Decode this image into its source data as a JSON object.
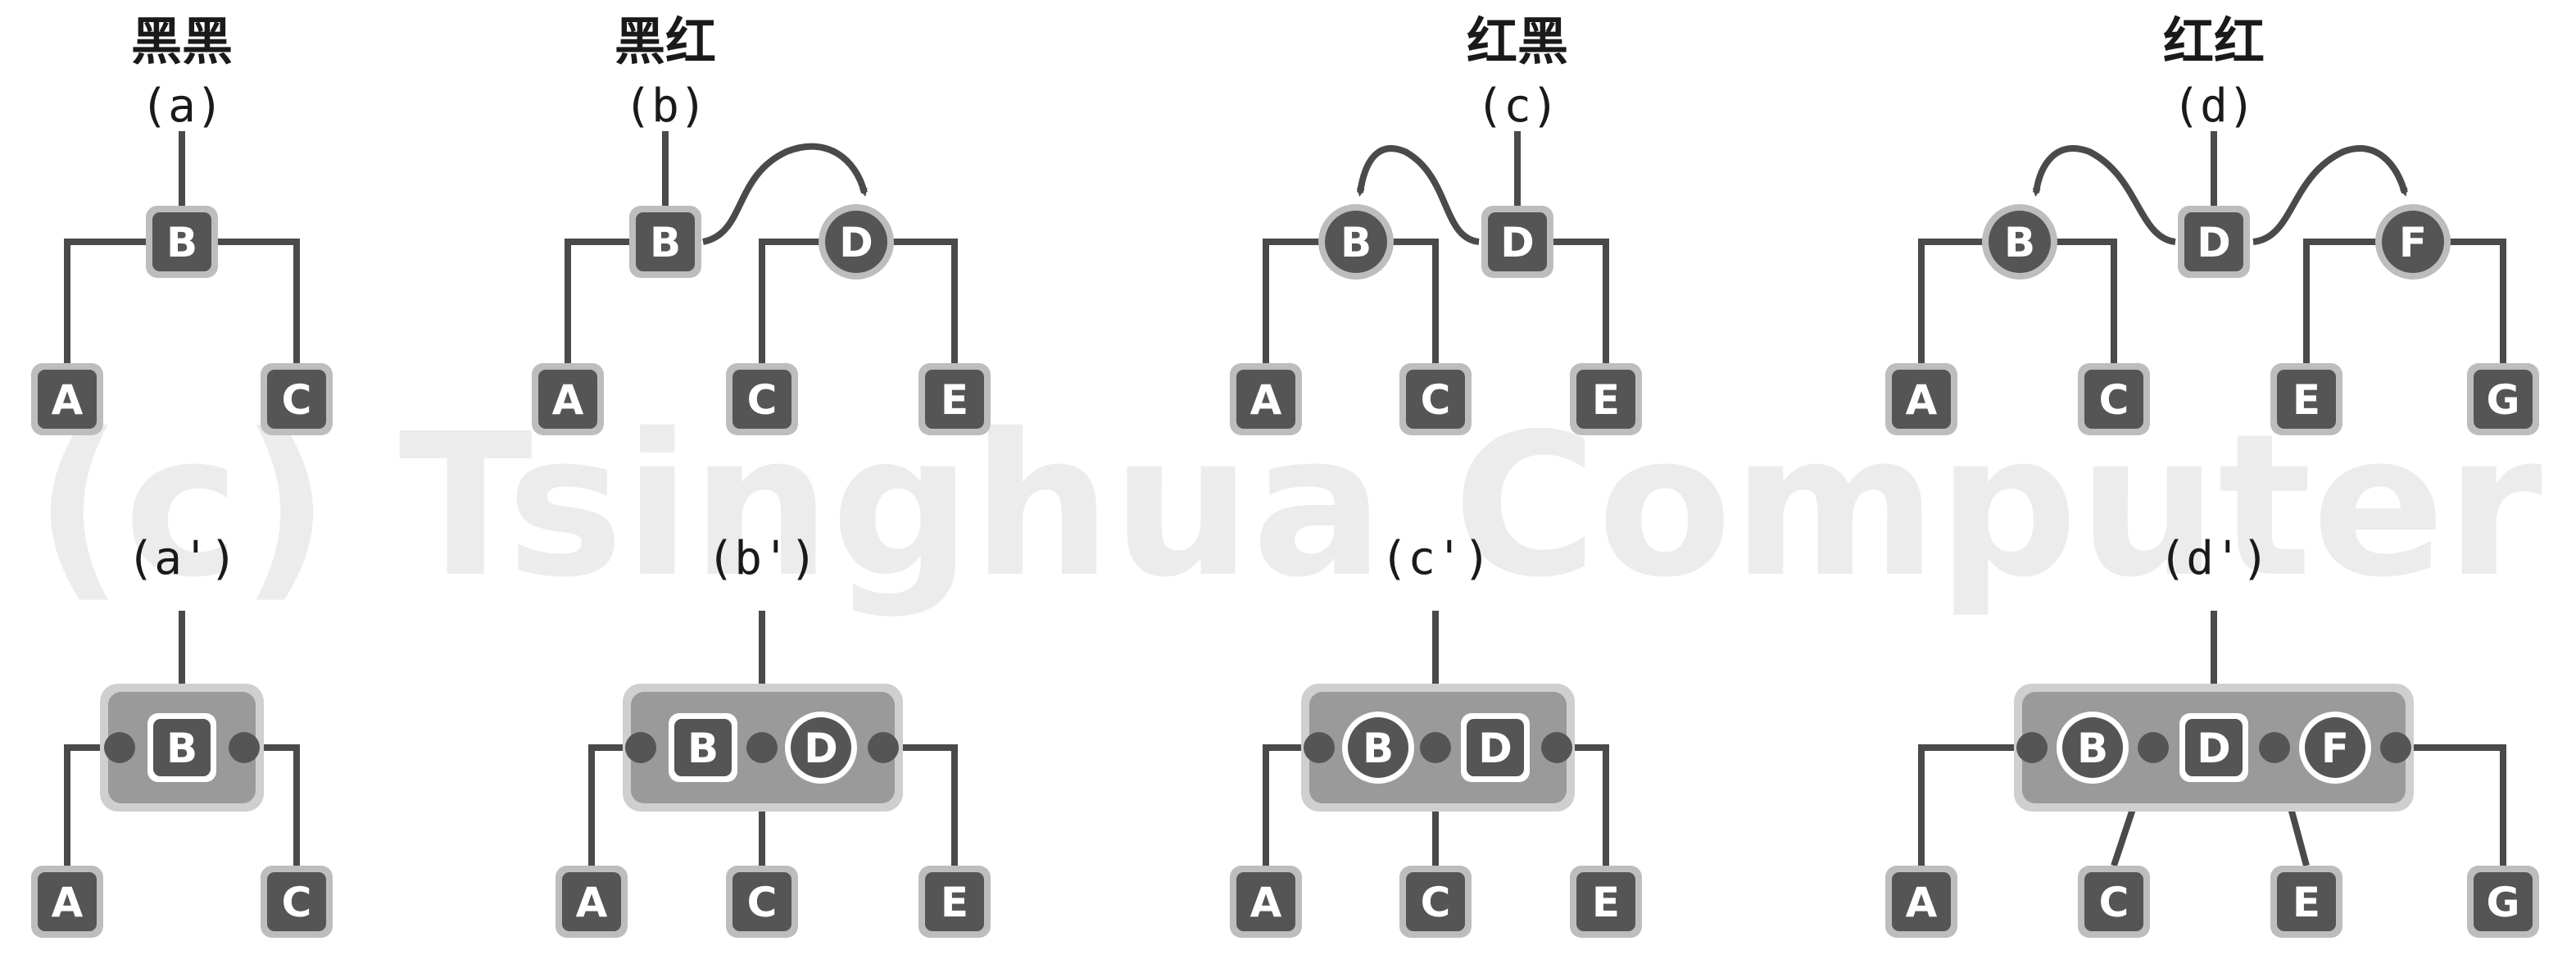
{
  "watermark": "(c) Tsinghua Computer",
  "colors": {
    "node_fill": "#555555",
    "node_ring": "#bdbdbd",
    "edge": "#4a4a4a",
    "supernode_fill": "#9a9a9a",
    "supernode_ring": "#cfcfcf",
    "text": "#1a1a1a"
  },
  "columns": [
    {
      "title": "黑黑",
      "top_label": "(a)",
      "bottom_label": "(a')",
      "leaves": [
        "A",
        "C"
      ],
      "keys": [
        {
          "k": "B",
          "red": false
        }
      ]
    },
    {
      "title": "黑红",
      "top_label": "(b)",
      "bottom_label": "(b')",
      "leaves": [
        "A",
        "C",
        "E"
      ],
      "keys": [
        {
          "k": "B",
          "red": false
        },
        {
          "k": "D",
          "red": true
        }
      ]
    },
    {
      "title": "红黑",
      "top_label": "(c)",
      "bottom_label": "(c')",
      "leaves": [
        "A",
        "C",
        "E"
      ],
      "keys": [
        {
          "k": "B",
          "red": true
        },
        {
          "k": "D",
          "red": false
        }
      ]
    },
    {
      "title": "红红",
      "top_label": "(d)",
      "bottom_label": "(d')",
      "leaves": [
        "A",
        "C",
        "E",
        "G"
      ],
      "keys": [
        {
          "k": "B",
          "red": true
        },
        {
          "k": "D",
          "red": false
        },
        {
          "k": "F",
          "red": true
        }
      ]
    }
  ]
}
